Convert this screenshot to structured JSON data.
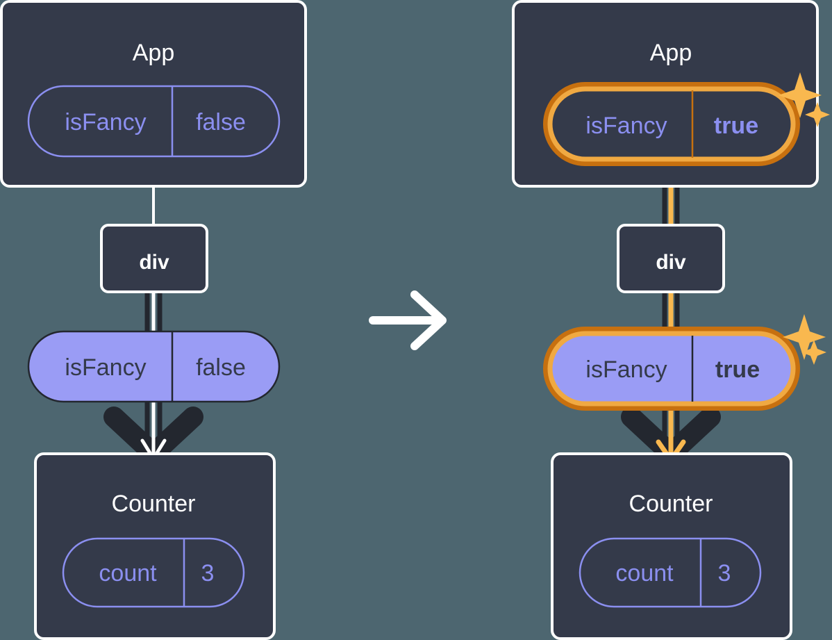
{
  "diagram": {
    "title": "react-state-update-tree",
    "background_color": "#4d6670",
    "transition_arrow_icon": "arrow-right-icon",
    "panels": [
      {
        "id": "before",
        "root": {
          "label": "App",
          "state": {
            "key": "isFancy",
            "value": "false",
            "highlighted": false
          }
        },
        "middle": {
          "label": "div"
        },
        "prop": {
          "key": "isFancy",
          "value": "false",
          "highlighted": false
        },
        "child": {
          "label": "Counter",
          "state": {
            "key": "count",
            "value": "3",
            "highlighted": false
          }
        },
        "flow_color": "#23272f",
        "sparkles": false
      },
      {
        "id": "after",
        "root": {
          "label": "App",
          "state": {
            "key": "isFancy",
            "value": "true",
            "highlighted": true
          }
        },
        "middle": {
          "label": "div"
        },
        "prop": {
          "key": "isFancy",
          "value": "true",
          "highlighted": true
        },
        "child": {
          "label": "Counter",
          "state": {
            "key": "count",
            "value": "3",
            "highlighted": false
          }
        },
        "flow_color": "#23272f",
        "sparkles": true
      }
    ],
    "colors": {
      "panel_fill": "#343a4a",
      "panel_border": "#ffffff",
      "pill_outline": "#8b8ff0",
      "pill_fill": "#9a9cf5",
      "pill_text_dark": "#343a4a",
      "highlight_outer": "#c7700f",
      "highlight_inner": "#f0a942",
      "sparkle": "#f9b84f",
      "flow_dark": "#23272f",
      "flow_white": "#ffffff",
      "flow_orange": "#f9b84f",
      "background": "#4d6670"
    }
  }
}
